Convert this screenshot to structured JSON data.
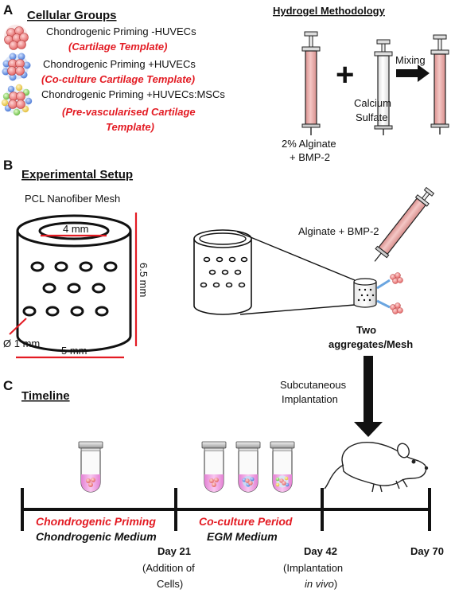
{
  "panels": {
    "a": "A",
    "b": "B",
    "c": "C"
  },
  "section_a": {
    "heading": "Cellular Groups",
    "groups": [
      {
        "name": "Chondrogenic Priming -HUVECs",
        "template": "(Cartilage Template)"
      },
      {
        "name": "Chondrogenic Priming +HUVECs",
        "template": "(Co-culture Cartilage Template)"
      },
      {
        "name": "Chondrogenic Priming +HUVECs:MSCs",
        "template_line1": "(Pre-vascularised Cartilage",
        "template_line2": "Template)"
      }
    ],
    "hydrogel": {
      "heading": "Hydrogel Methodology",
      "syringe1_line1": "2% Alginate",
      "syringe1_line2": "+ BMP-2",
      "plus": "+",
      "syringe2_line1": "Calcium",
      "syringe2_line2": "Sulfate",
      "mixing": "Mixing"
    }
  },
  "section_b": {
    "heading": "Experimental Setup",
    "mesh_label": "PCL Nanofiber Mesh",
    "inner_diameter": "4 mm",
    "height": "6.5 mm",
    "hole_diameter": "Ø 1 mm",
    "width": "5 mm",
    "injection": "Alginate + BMP-2",
    "aggregates_line1": "Two",
    "aggregates_line2": "aggregates/Mesh",
    "implant_line1": "Subcutaneous",
    "implant_line2": "Implantation"
  },
  "section_c": {
    "heading": "Timeline",
    "period1_title": "Chondrogenic Priming",
    "period1_medium": "Chondrogenic Medium",
    "period2_title": "Co-culture Period",
    "period2_medium": "EGM Medium",
    "day21": "Day 21",
    "day21_note1": "(Addition of",
    "day21_note2": "Cells)",
    "day42": "Day 42",
    "day42_note1": "(Implantation",
    "day42_note2": "in vivo",
    "day42_note3": ")",
    "day70": "Day 70"
  },
  "colors": {
    "accent_red": "#e31b23",
    "syringe_pink": "#e8a7a5",
    "tube_pink": "#f3a9e6",
    "line_black": "#111111"
  }
}
